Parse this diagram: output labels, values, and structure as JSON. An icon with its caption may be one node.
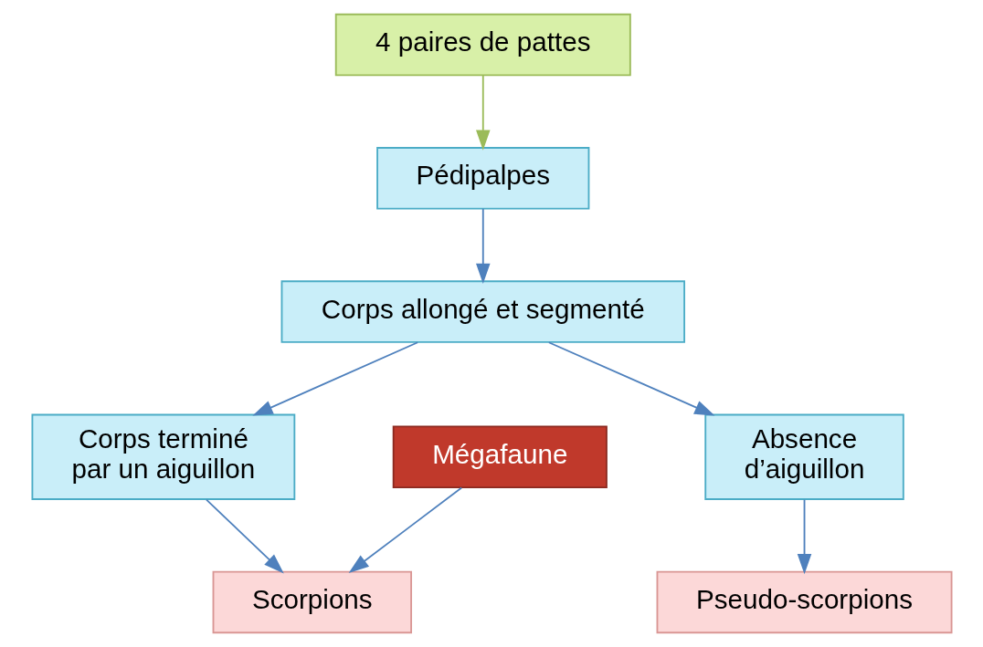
{
  "diagram": {
    "nodes": [
      {
        "text": [
          "4 paires de pattes"
        ]
      },
      {
        "text": [
          "Pédipalpes"
        ]
      },
      {
        "text": [
          "Corps allongé et segmenté"
        ]
      },
      {
        "text": [
          "Corps terminé par un aiguillon"
        ]
      },
      {
        "text": [
          "Absence d’aiguillon"
        ]
      },
      {
        "text": [
          "Mégafaune"
        ]
      },
      {
        "text": [
          "Scorpions"
        ]
      },
      {
        "text": [
          "Pseudo-scorpions"
        ]
      }
    ],
    "edges": [
      {
        "from": 0,
        "to": 1,
        "arrow": "to",
        "color": "#9bbb59"
      },
      {
        "from": 1,
        "to": 2,
        "arrow": "to"
      },
      {
        "from": 2,
        "to": 3,
        "arrow": "to"
      },
      {
        "from": 2,
        "to": 4,
        "arrow": "to"
      },
      {
        "from": 3,
        "to": 6,
        "arrow": "to"
      },
      {
        "from": 5,
        "to": 6,
        "arrow": "to"
      },
      {
        "from": 4,
        "to": 7,
        "arrow": "to"
      }
    ]
  }
}
